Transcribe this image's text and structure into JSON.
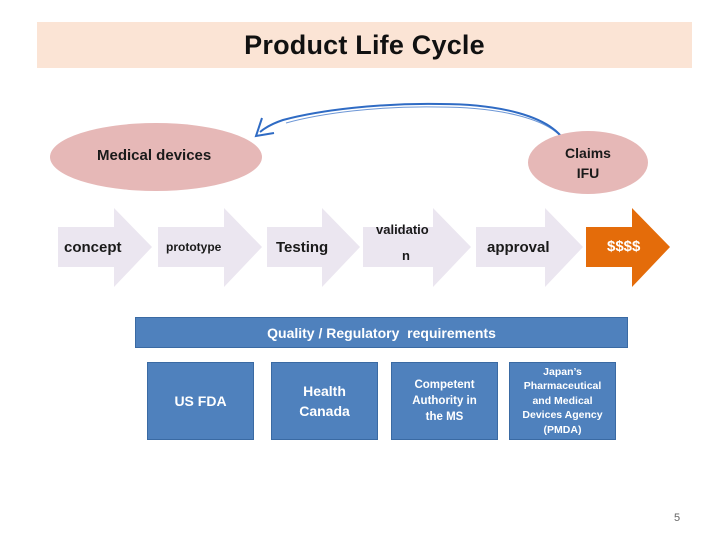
{
  "title": "Product Life Cycle",
  "ellipses": {
    "left_label": "Medical devices",
    "right_label_line1": "Claims",
    "right_label_line2": "IFU"
  },
  "stages": [
    {
      "label": "concept"
    },
    {
      "label": "prototype"
    },
    {
      "label": "Testing"
    },
    {
      "label_line1": "validatio",
      "label_line2": "n"
    },
    {
      "label": "approval"
    },
    {
      "label": "$$$$"
    }
  ],
  "banner": "Quality / Regulatory  requirements",
  "agencies": {
    "fda": "US FDA",
    "canada_line1": "Health",
    "canada_line2": "Canada",
    "ms_line1": "Competent",
    "ms_line2": "Authority in",
    "ms_line3": "the MS",
    "pmda_line1": "Japan’s",
    "pmda_line2": "Pharmaceutical",
    "pmda_line3": "and Medical",
    "pmda_line4": "Devices Agency",
    "pmda_line5": "(PMDA)"
  },
  "page_number": "5",
  "colors": {
    "title_bg": "#fbe4d5",
    "ellipse": "#e6b8b7",
    "chevron": "#ebe6f0",
    "chevron_highlight": "#e46c0a",
    "box_blue": "#4f81bd",
    "curve": "#2f6bc4"
  }
}
